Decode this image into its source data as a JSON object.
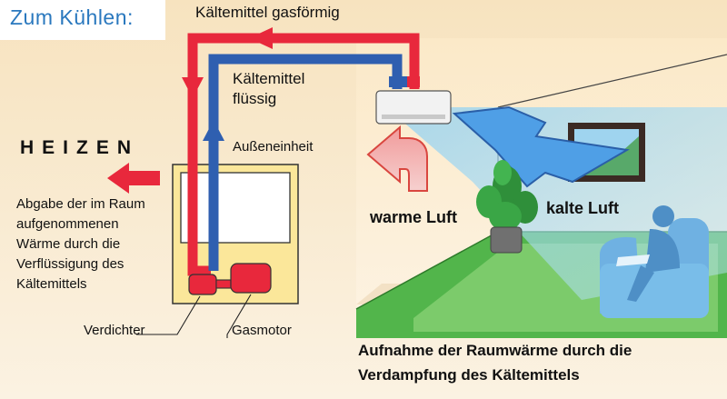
{
  "title": "Zum Kühlen:",
  "heizen": "HEIZEN",
  "refrigerant_gas": "Kältemittel gasförmig",
  "refrigerant_liquid_line1": "Kältemittel",
  "refrigerant_liquid_line2": "flüssig",
  "outdoor_unit": "Außeneinheit",
  "heat_release_lines": [
    "Abgabe der im Raum",
    "aufgenommenen",
    "Wärme durch die",
    "Verflüssigung des",
    "Kältemittels"
  ],
  "compressor": "Verdichter",
  "gas_engine": "Gasmotor",
  "warm_air": "warme Luft",
  "cold_air": "kalte Luft",
  "absorption_lines": [
    "Aufnahme der Raumwärme durch die",
    "Verdampfung des Kältemittels"
  ],
  "colors": {
    "hot_pipe": "#e8283c",
    "cold_pipe": "#2f5fb0",
    "title_blue": "#2a78be",
    "unit_yellow": "#fbe79a",
    "floor_green": "#52b54b",
    "cold_air_blue": "#5fb3e6",
    "warm_arrow": "#f0a8a8"
  }
}
